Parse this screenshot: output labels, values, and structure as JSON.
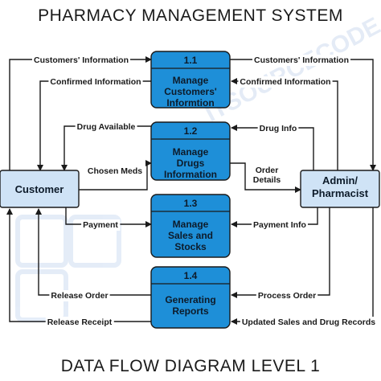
{
  "header": {
    "title": "PHARMACY MANAGEMENT SYSTEM"
  },
  "footer": {
    "title": "DATA FLOW DIAGRAM LEVEL 1"
  },
  "watermark": {
    "text": "ITSOURCECODE"
  },
  "colors": {
    "process_fill": "#1e8fd8",
    "entity_fill": "#cfe3f6",
    "stroke": "#1a1a1a"
  },
  "entities": {
    "customer": {
      "name": "Customer"
    },
    "admin": {
      "name": "Admin/\nPharmacist"
    }
  },
  "processes": [
    {
      "id": "1.1",
      "name": "Manage\nCustomers'\nInformtion"
    },
    {
      "id": "1.2",
      "name": "Manage\nDrugs\nInformation"
    },
    {
      "id": "1.3",
      "name": "Manage\nSales and\nStocks"
    },
    {
      "id": "1.4",
      "name": "Generating\nReports"
    }
  ],
  "flows": {
    "customers_info_left": "Customers' Information",
    "customers_info_right": "Customers' Information",
    "confirmed_info_left": "Confirmed Information",
    "confirmed_info_right": "Confirmed Information",
    "drug_available": "Drug Available",
    "drug_info": "Drug Info",
    "chosen_meds": "Chosen Meds",
    "order_details": "Order\nDetails",
    "payment": "Payment",
    "payment_info": "Payment Info",
    "release_order": "Release Order",
    "process_order": "Process Order",
    "release_receipt": "Release Receipt",
    "updated_sales": "Updated Sales and Drug Records"
  }
}
